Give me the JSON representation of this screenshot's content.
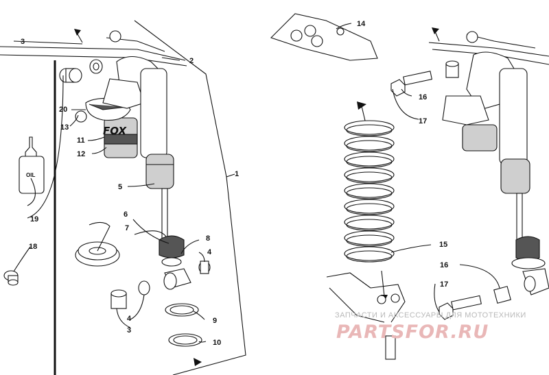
{
  "callouts": {
    "c1": "1",
    "c2": "2",
    "c3": "3",
    "c3b": "3",
    "c4": "4",
    "c4b": "4",
    "c5": "5",
    "c6": "6",
    "c7": "7",
    "c8": "8",
    "c9": "9",
    "c10": "10",
    "c11": "11",
    "c12": "12",
    "c13": "13",
    "c14": "14",
    "c15": "15",
    "c16": "16",
    "c16b": "16",
    "c17": "17",
    "c17b": "17",
    "c18": "18",
    "c19": "19",
    "c20": "20"
  },
  "labels": {
    "oil_bottle": "OIL",
    "shock_brand": "FOX"
  },
  "watermark": {
    "line1": "ЗАПЧАСТИ И АКСЕССУАРЫ ДЛЯ МОТОТЕХНИКИ",
    "line2": "PARTSFOR.RU"
  }
}
